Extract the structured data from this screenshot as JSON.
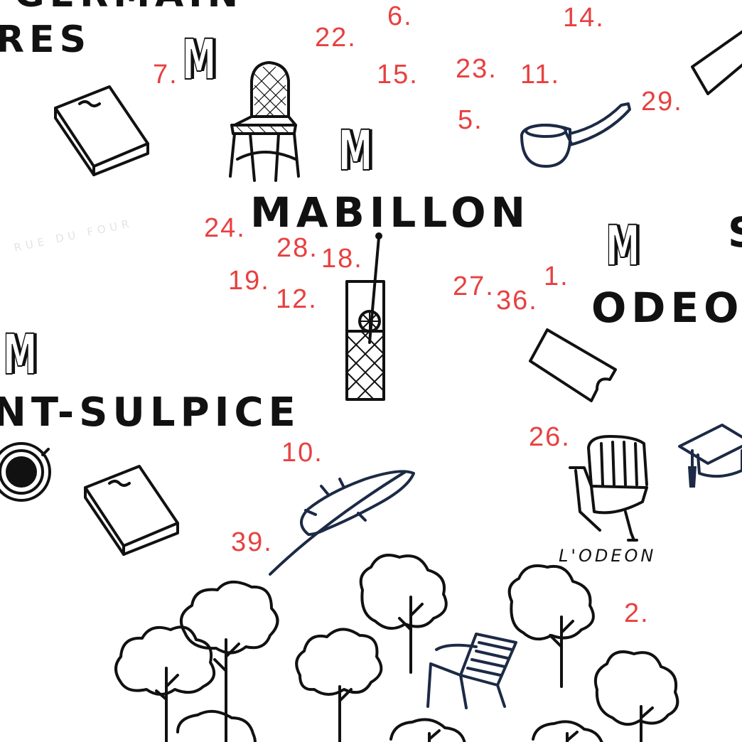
{
  "stations": {
    "top_line1": "GERMAIN",
    "top_line2": "RES",
    "mabillon": "MABILLON",
    "odeon_letter": "S",
    "odeon": "ODEO",
    "sulpice": "NT-SULPICE"
  },
  "street_label": "RUE DU FOUR",
  "place_label": "L'ODEON",
  "metro_letter": "M",
  "numbers": [
    "6.",
    "14.",
    "22.",
    "7.",
    "15.",
    "23.",
    "11.",
    "29.",
    "5.",
    "24.",
    "28.",
    "18.",
    "19.",
    "12.",
    "27.",
    "36.",
    "1.",
    "26.",
    "10.",
    "39.",
    "2."
  ],
  "colors": {
    "number_red": "#e84040",
    "ink": "#111111",
    "navy": "#1c2a45"
  }
}
